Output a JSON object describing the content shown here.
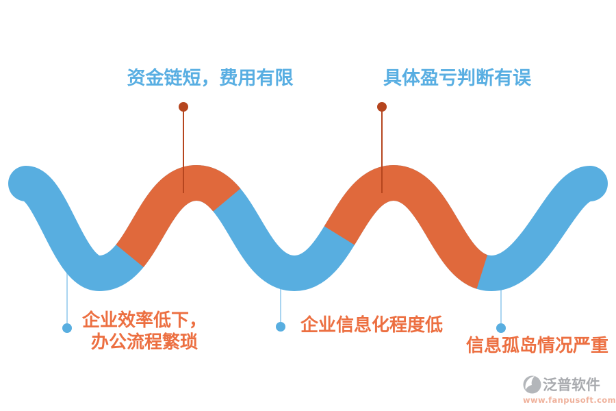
{
  "labels": {
    "top_left": "资金链短，费用有限",
    "top_right": "具体盈亏判断有误",
    "bottom_left_line1": "企业效率低下，",
    "bottom_left_line2": "办公流程繁琐",
    "bottom_middle": "企业信息化程度低",
    "bottom_right": "信息孤岛情况严重"
  },
  "logo": {
    "name": "泛普软件",
    "url": "www.fanpusoft.com"
  },
  "colors": {
    "wave-blue": "#58AEE0",
    "wave-orange": "#E0693C",
    "label-blue": "#58AEE2",
    "label-orange": "#EC6F41",
    "callout-top-line": "#B5451E",
    "callout-bottom-line": "#A9D4F0",
    "callout-bottom-dot": "#58AEE0",
    "logo-gray": "#8D9095",
    "logo-url-color": "#EFAD96"
  }
}
